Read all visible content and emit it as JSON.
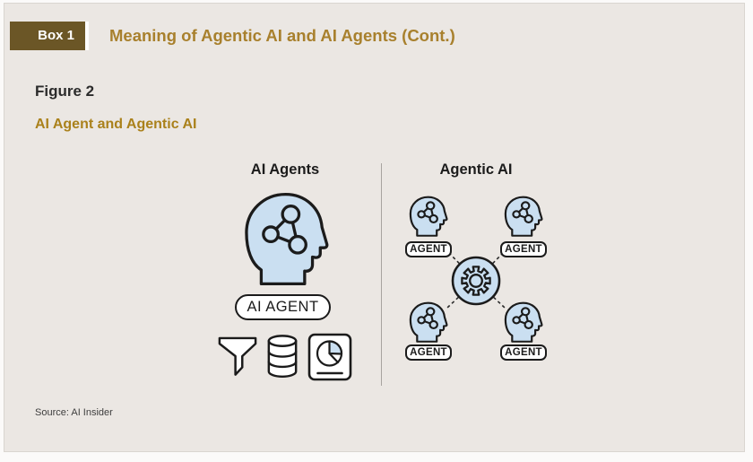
{
  "header": {
    "box_label": "Box 1",
    "title": "Meaning of Agentic AI and AI Agents (Cont.)"
  },
  "figure": {
    "number": "Figure 2",
    "title": "AI Agent and Agentic AI"
  },
  "diagram": {
    "left_panel": {
      "heading": "AI Agents",
      "head_icon": "head-with-network-icon",
      "label": "AI AGENT",
      "tool_icons": [
        "funnel-icon",
        "database-icon",
        "pie-chart-report-icon"
      ]
    },
    "right_panel": {
      "heading": "Agentic AI",
      "hub_icon": "gear-icon",
      "agent_labels": [
        "AGENT",
        "AGENT",
        "AGENT",
        "AGENT"
      ]
    },
    "colors": {
      "head_fill": "#cadff1",
      "outline": "#1b1b1b",
      "accent_gold": "#a8802d",
      "badge_brown": "#6b5626",
      "card_background": "#ebe7e3"
    }
  },
  "footer": {
    "source": "Source: AI Insider"
  }
}
